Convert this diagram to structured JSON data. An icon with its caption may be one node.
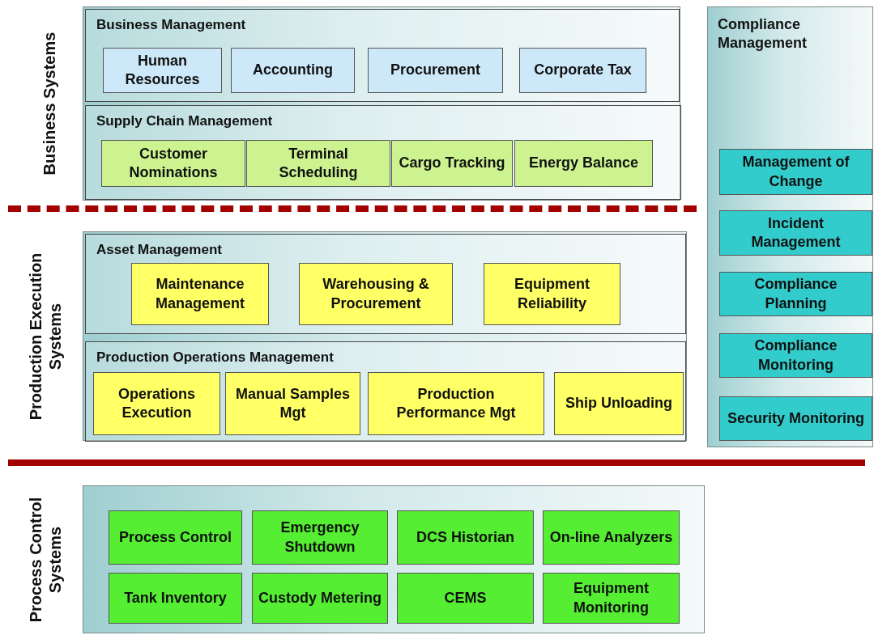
{
  "diagram": {
    "nodes": [
      {
        "text": [
          "Business Systems"
        ]
      },
      {
        "text": [
          "Business Management"
        ],
        "in": 0
      },
      {
        "text": [
          "Human Resources"
        ],
        "in": 1
      },
      {
        "text": [
          "Accounting"
        ],
        "in": 1
      },
      {
        "text": [
          "Procurement"
        ],
        "in": 1
      },
      {
        "text": [
          "Corporate Tax"
        ],
        "in": 1
      },
      {
        "text": [
          "Supply Chain Management"
        ],
        "in": 0
      },
      {
        "text": [
          "Customer Nominations"
        ],
        "in": 6
      },
      {
        "text": [
          "Terminal Scheduling"
        ],
        "in": 6
      },
      {
        "text": [
          "Cargo Tracking"
        ],
        "in": 6
      },
      {
        "text": [
          "Energy Balance"
        ],
        "in": 6
      },
      {
        "text": [
          "Compliance Management"
        ]
      },
      {
        "text": [
          "Management of Change"
        ],
        "in": 11
      },
      {
        "text": [
          "Incident Management"
        ],
        "in": 11
      },
      {
        "text": [
          "Compliance Planning"
        ],
        "in": 11
      },
      {
        "text": [
          "Compliance Monitoring"
        ],
        "in": 11
      },
      {
        "text": [
          "Security Monitoring"
        ],
        "in": 11
      },
      {
        "text": [
          "Production Execution Systems"
        ]
      },
      {
        "text": [
          "Asset Management"
        ],
        "in": 17
      },
      {
        "text": [
          "Maintenance Management"
        ],
        "in": 18
      },
      {
        "text": [
          "Warehousing & Procurement"
        ],
        "in": 18
      },
      {
        "text": [
          "Equipment Reliability"
        ],
        "in": 18
      },
      {
        "text": [
          "Production Operations Management"
        ],
        "in": 17
      },
      {
        "text": [
          "Operations Execution"
        ],
        "in": 22
      },
      {
        "text": [
          "Manual Samples Mgt"
        ],
        "in": 22
      },
      {
        "text": [
          "Production Performance Mgt"
        ],
        "in": 22
      },
      {
        "text": [
          "Ship Unloading"
        ],
        "in": 22
      },
      {
        "text": [
          "Process Control Systems"
        ]
      },
      {
        "text": [
          "Process Control"
        ],
        "in": 27
      },
      {
        "text": [
          "Emergency Shutdown"
        ],
        "in": 27
      },
      {
        "text": [
          "DCS Historian"
        ],
        "in": 27
      },
      {
        "text": [
          "On-line Analyzers"
        ],
        "in": 27
      },
      {
        "text": [
          "Tank Inventory"
        ],
        "in": 27
      },
      {
        "text": [
          "Custody Metering"
        ],
        "in": 27
      },
      {
        "text": [
          "CEMS"
        ],
        "in": 27
      },
      {
        "text": [
          "Equipment Monitoring"
        ],
        "in": 27
      }
    ]
  }
}
